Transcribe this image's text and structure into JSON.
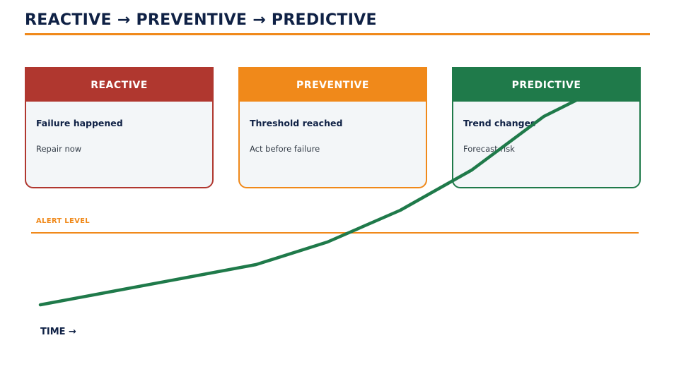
{
  "title": "REACTIVE → PREVENTIVE → PREDICTIVE",
  "colors": {
    "title": "#0f2145",
    "accent": "#f0891a",
    "reactive": "#b0372f",
    "preventive": "#f0891a",
    "predictive": "#1f7a4a",
    "card_fill": "#f3f6f8"
  },
  "cards": [
    {
      "header": "REACTIVE",
      "heading": "Failure happened",
      "description": "Repair now"
    },
    {
      "header": "PREVENTIVE",
      "heading": "Threshold reached",
      "description": "Act before failure"
    },
    {
      "header": "PREDICTIVE",
      "heading": "Trend changes",
      "description": "Forecast risk"
    }
  ],
  "alert": {
    "label": "ALERT LEVEL"
  },
  "axis": {
    "x_label": "TIME →"
  }
}
